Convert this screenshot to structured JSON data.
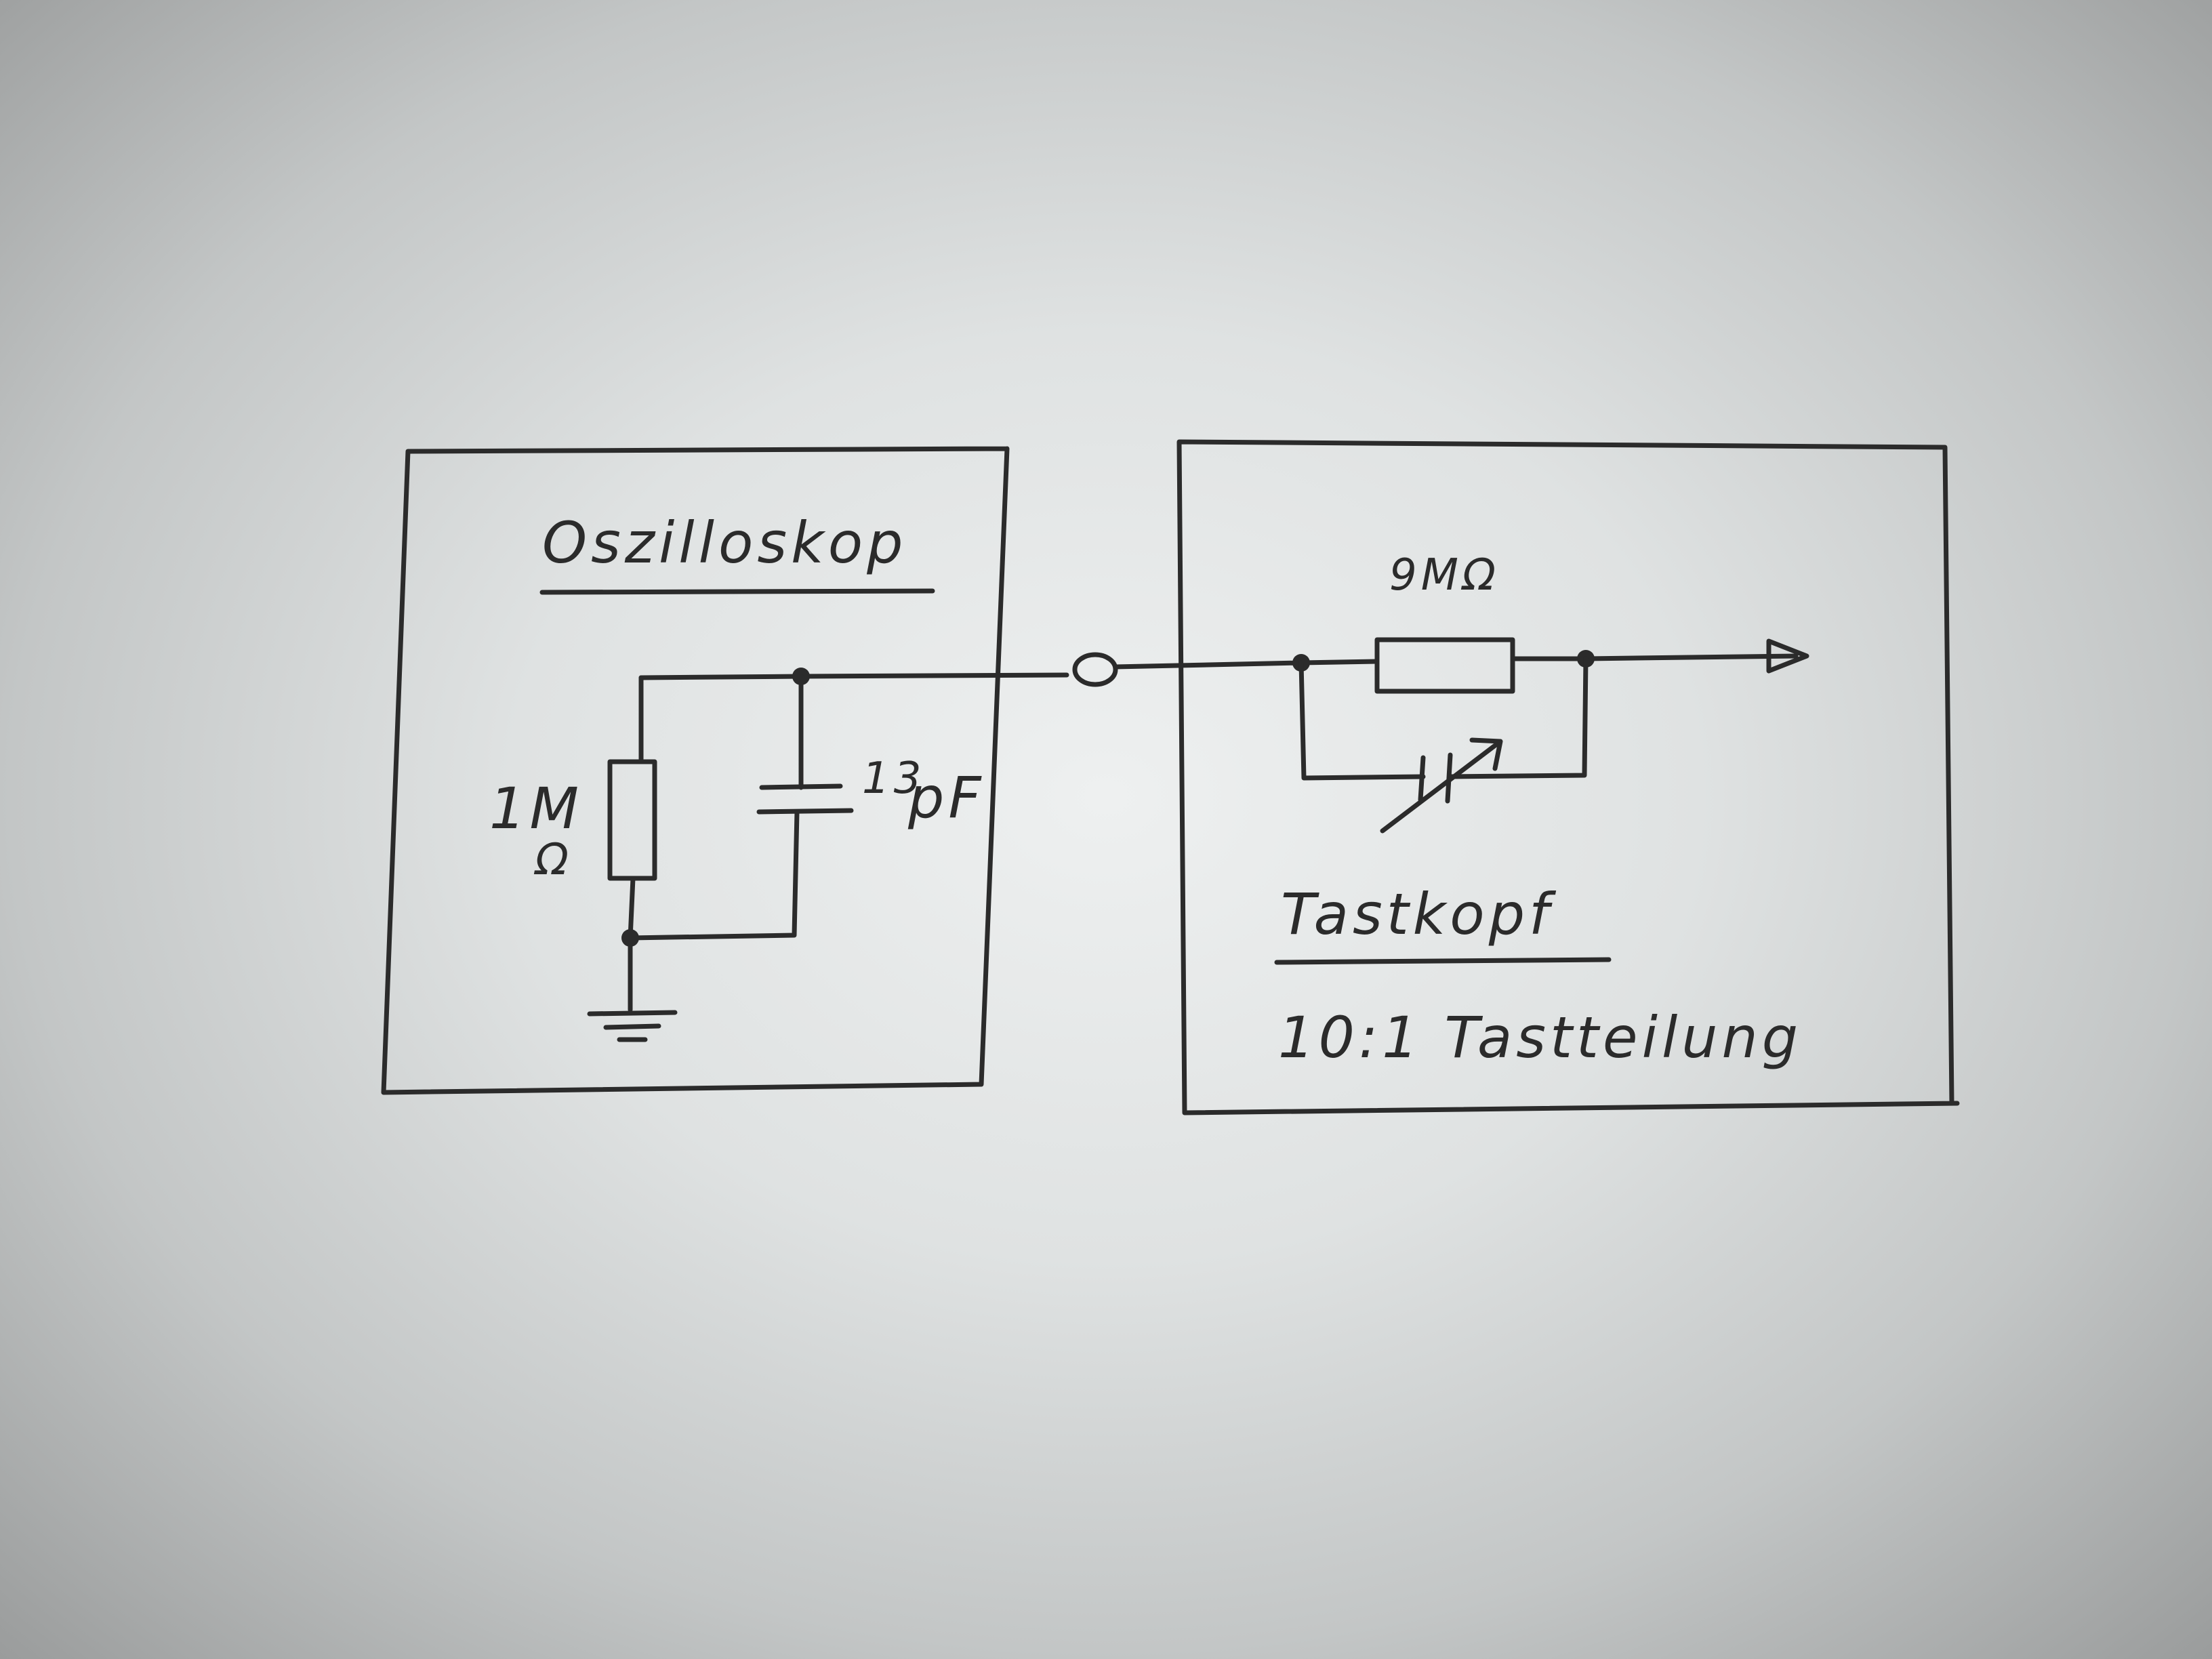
{
  "scope": {
    "title": "Oszilloskop",
    "resistor_label": "1M",
    "resistor_unit": "Ω",
    "capacitor_value": "13",
    "capacitor_unit": "pF"
  },
  "probe": {
    "title": "Tastkopf",
    "subtitle": "10:1 Tastteilung",
    "resistor_label": "9MΩ"
  }
}
